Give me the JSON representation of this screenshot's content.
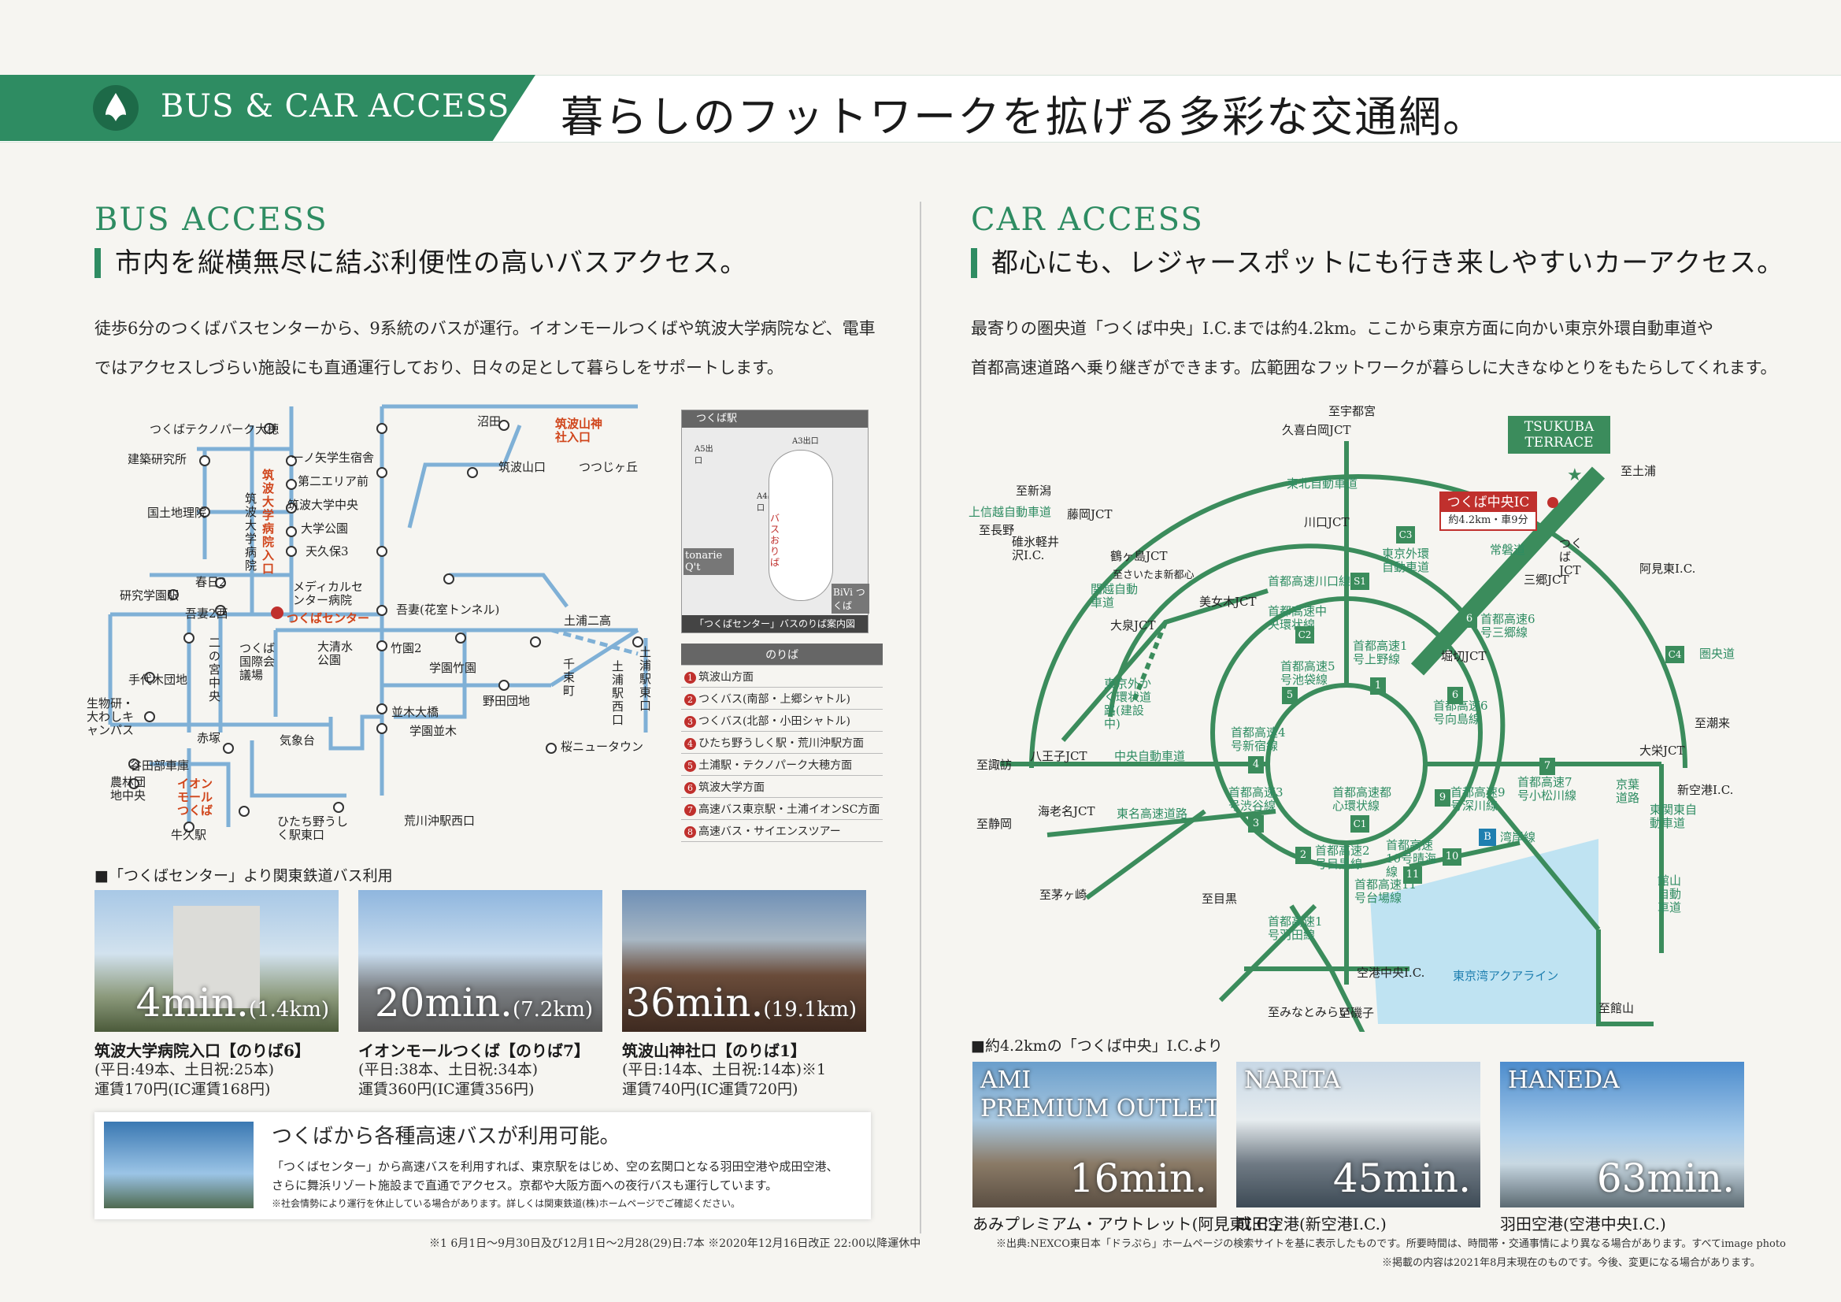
{
  "header": {
    "section_en": "BUS & CAR ACCESS",
    "headline": "暮らしのフットワークを拡げる多彩な交通網。"
  },
  "bus": {
    "title_en": "BUS ACCESS",
    "title_jp": "市内を縦横無尽に結ぶ利便性の高いバスアクセス。",
    "desc_1": "徒歩6分のつくばバスセンターから、9系統のバスが運行。イオンモールつくばや筑波大学病院など、電車",
    "desc_2": "ではアクセスしづらい施設にも直通運行しており、日々の足として暮らしをサポートします。",
    "map_labels": [
      "つくばテクノパーク大穂",
      "沼田",
      "筑波山神社入口",
      "建築研究所",
      "一ノ矢学生宿舎",
      "第二エリア前",
      "筑波大学中央",
      "筑波大学病院入口",
      "筑波大学病院",
      "国土地理院",
      "大学公園",
      "天久保3",
      "筑波山口",
      "つつじヶ丘",
      "春日2",
      "メディカルセンター病院",
      "研究学園駅",
      "吾妻2西",
      "つくばセンター",
      "吾妻(花室トンネル)",
      "土浦二高",
      "二の宮中央",
      "つくば国際会議場",
      "大清水公園",
      "竹園2",
      "手代木団地",
      "学園竹園",
      "千束町",
      "土浦駅西口",
      "土浦駅東口",
      "野田団地",
      "生物研・大わしキャンパス",
      "並木大橋",
      "学園並木",
      "桜ニュータウン",
      "赤塚",
      "気象台",
      "谷田部車庫",
      "農林団地中央",
      "イオンモールつくば",
      "ひたち野うしく駅東口",
      "荒川沖駅西口",
      "牛久駅"
    ],
    "station_map": {
      "title": "つくば駅",
      "exits": [
        "A5出口",
        "A3出口",
        "A4出口"
      ],
      "bus_label": "バスおりば",
      "left_bldg": "tonarie Q't",
      "right_bldg": "BiVi つくば",
      "caption": "「つくばセンター」バスのりば案内図"
    },
    "noriba": {
      "header": "のりば",
      "rows": [
        {
          "no": "1",
          "dest": "筑波山方面"
        },
        {
          "no": "2",
          "dest": "つくバス(南部・上郷シャトル)"
        },
        {
          "no": "3",
          "dest": "つくバス(北部・小田シャトル)"
        },
        {
          "no": "4",
          "dest": "ひたち野うしく駅・荒川沖駅方面"
        },
        {
          "no": "5",
          "dest": "土浦駅・テクノパーク大穂方面"
        },
        {
          "no": "6",
          "dest": "筑波大学方面"
        },
        {
          "no": "7",
          "dest": "高速バス東京駅・土浦イオンSC方面"
        },
        {
          "no": "8",
          "dest": "高速バス・サイエンスツアー"
        }
      ]
    },
    "photos_caption": "■「つくばセンター」より関東鉄道バス利用",
    "photos": [
      {
        "time": "4min.",
        "dist": "(1.4km)",
        "title": "筑波大学病院入口【のりば6】",
        "line1": "(平日:49本、土日祝:25本)",
        "line2": "運賃170円(IC運賃168円)"
      },
      {
        "time": "20min.",
        "dist": "(7.2km)",
        "title": "イオンモールつくば【のりば7】",
        "line1": "(平日:38本、土日祝:34本)",
        "line2": "運賃360円(IC運賃356円)"
      },
      {
        "time": "36min.",
        "dist": "(19.1km)",
        "title": "筑波山神社口【のりば1】",
        "line1": "(平日:14本、土日祝:14本)※1",
        "line2": "運賃740円(IC運賃720円)"
      }
    ],
    "highway": {
      "title": "つくばから各種高速バスが利用可能。",
      "line1": "「つくばセンター」から高速バスを利用すれば、東京駅をはじめ、空の玄関口となる羽田空港や成田空港、",
      "line2": "さらに舞浜リゾート施設まで直通でアクセス。京都や大阪方面への夜行バスも運行しています。",
      "note": "※社会情勢により運行を休止している場合があります。詳しくは関東鉄道(株)ホームページでご確認ください。"
    },
    "footnote": "※1 6月1日〜9月30日及び12月1日〜2月28(29)日:7本 ※2020年12月16日改正 22:00以降運休中"
  },
  "car": {
    "title_en": "CAR ACCESS",
    "title_jp": "都心にも、レジャースポットにも行き来しやすいカーアクセス。",
    "desc_1": "最寄りの圏央道「つくば中央」I.C.までは約4.2km。ここから東京方面に向かい東京外環自動車道や",
    "desc_2": "首都高速道路へ乗り継ぎができます。広範囲なフットワークが暮らしに大きなゆとりをもたらしてくれます。",
    "map": {
      "terrace": "TSUKUBA TERRACE",
      "ic_box_title": "つくば中央IC",
      "ic_box_sub": "約4.2km・車9分",
      "labels": [
        "至宇都宮",
        "久喜白岡JCT",
        "至土浦",
        "至新潟",
        "東北自動車道",
        "上信越自動車道",
        "藤岡JCT",
        "至長野",
        "碓氷軽井沢I.C.",
        "川口JCT",
        "つくばJCT",
        "阿見東I.C.",
        "鶴ヶ島JCT",
        "東京外環自動車道",
        "常磐道",
        "至さいたま新都心",
        "三郷JCT",
        "関越自動車道",
        "首都高速川口線",
        "美女木JCT",
        "首都高速中央環状線",
        "首都高速6号三郷線",
        "大泉JCT",
        "首都高速1号上野線",
        "堀切JCT",
        "圏央道",
        "東京外かく環状道路(建設中)",
        "首都高速5号池袋線",
        "首都高速6号向島線",
        "至潮来",
        "首都高速4号新宿線",
        "大栄JCT",
        "至諏訪",
        "八王子JCT",
        "中央自動車道",
        "首都高速7号小松川線",
        "京葉道路",
        "新空港I.C.",
        "首都高速都心環状線",
        "首都高速9号深川線",
        "東関東自動車道",
        "至静岡",
        "海老名JCT",
        "東名高速道路",
        "首都高速3号渋谷線",
        "湾岸線",
        "首都高速2号目黒線",
        "首都高速10号晴海線",
        "首都高速11号台場線",
        "館山自動車道",
        "至茅ヶ崎",
        "至目黒",
        "首都高速1号羽田線",
        "空港中央I.C.",
        "東京湾アクアライン",
        "至みなとみらい",
        "至磯子",
        "至館山"
      ],
      "route_nos": [
        "1",
        "2",
        "3",
        "4",
        "5",
        "6",
        "6",
        "7",
        "9",
        "10",
        "11",
        "C1",
        "C2",
        "C3",
        "C4",
        "S1",
        "B"
      ]
    },
    "photos_caption": "■約4.2kmの「つくば中央」I.C.より",
    "photos": [
      {
        "tag": "AMI\nPREMIUM OUTLET",
        "time": "16min.",
        "title": "あみプレミアム・アウトレット(阿見東I.C.)"
      },
      {
        "tag": "NARITA",
        "time": "45min.",
        "title": "成田空港(新空港I.C.)"
      },
      {
        "tag": "HANEDA",
        "time": "63min.",
        "title": "羽田空港(空港中央I.C.)"
      }
    ],
    "note1": "※出典:NEXCO東日本「ドラぷら」ホームページの検索サイトを基に表示したものです。所要時間は、時間帯・交通事情により異なる場合があります。すべてimage photo",
    "note2": "※掲載の内容は2021年8月末現在のものです。今後、変更になる場合があります。"
  }
}
